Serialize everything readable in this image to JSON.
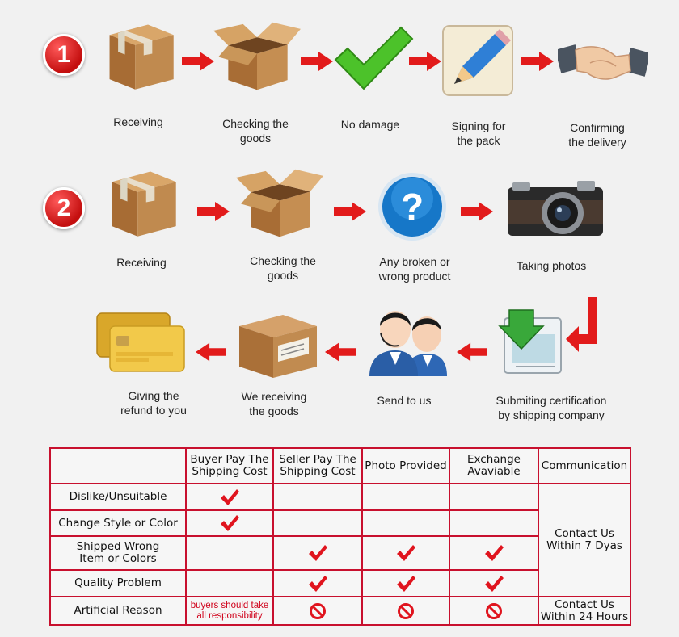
{
  "process1": {
    "step_number": "1",
    "steps": [
      "Receiving",
      "Checking the\ngoods",
      "No damage",
      "Signing for\nthe pack",
      "Confirming\nthe delivery"
    ]
  },
  "process2": {
    "step_number": "2",
    "steps_row1": [
      "Receiving",
      "Checking the\ngoods",
      "Any broken or\nwrong product",
      "Taking photos"
    ],
    "steps_row2": [
      "Giving the\nrefund to you",
      "We receiving\nthe goods",
      "Send to us",
      "Submiting certification\nby shipping company"
    ]
  },
  "table": {
    "headers": [
      "",
      "Buyer Pay The\nShipping Cost",
      "Seller Pay The\nShipping Cost",
      "Photo Provided",
      "Exchange\nAvaviable",
      "Communication"
    ],
    "rows": [
      {
        "label": "Dislike/Unsuitable",
        "cells": [
          "check",
          "",
          "",
          ""
        ]
      },
      {
        "label": "Change Style or Color",
        "cells": [
          "check",
          "",
          "",
          ""
        ]
      },
      {
        "label": "Shipped Wrong\nItem or Colors",
        "cells": [
          "",
          "check",
          "check",
          "check"
        ]
      },
      {
        "label": "Quality Problem",
        "cells": [
          "",
          "check",
          "check",
          "check"
        ]
      },
      {
        "label": "Artificial Reason",
        "cells": [
          "note",
          "ban",
          "ban",
          "ban"
        ]
      }
    ],
    "buyer_note": "buyers should take\nall responsibility",
    "communication_1": "Contact Us\nWithin 7 Dyas",
    "communication_2": "Contact Us\nWithin 24 Hours"
  },
  "colors": {
    "accent_red": "#c8102e",
    "arrow_red": "#e21b1b",
    "check_red": "#e0141e",
    "box_brown": "#b5793f"
  },
  "icons": [
    "cardboard-box-icon",
    "open-box-icon",
    "green-checkmark-icon",
    "pencil-pad-icon",
    "handshake-icon",
    "question-icon",
    "camera-icon",
    "download-certificate-icon",
    "support-agents-icon",
    "shipping-box-icon",
    "credit-cards-icon"
  ]
}
